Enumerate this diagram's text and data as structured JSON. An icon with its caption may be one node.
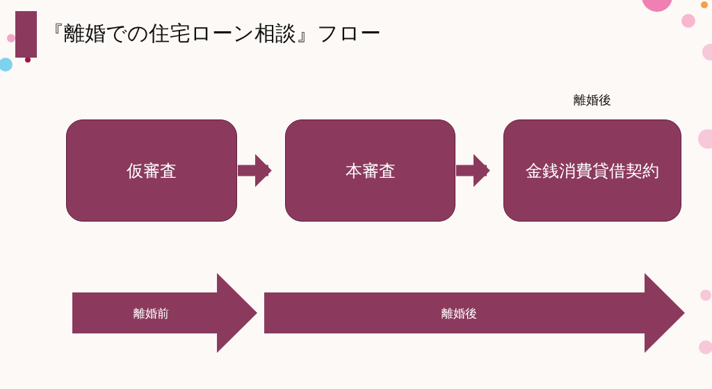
{
  "diagram": {
    "title": "『離婚での住宅ローン相談』フロー",
    "nodes": [
      {
        "text": [
          "仮審査"
        ]
      },
      {
        "text": [
          "本審査"
        ]
      },
      {
        "text": [
          "金銭消費貸借契約"
        ],
        "beside": [
          "離婚後"
        ]
      },
      {
        "text": [
          "離婚前"
        ]
      },
      {
        "text": [
          "離婚後"
        ]
      }
    ],
    "edges": [
      {
        "from": 0,
        "to": 1,
        "arrow": "to"
      },
      {
        "from": 1,
        "to": 2,
        "arrow": "to"
      }
    ]
  }
}
